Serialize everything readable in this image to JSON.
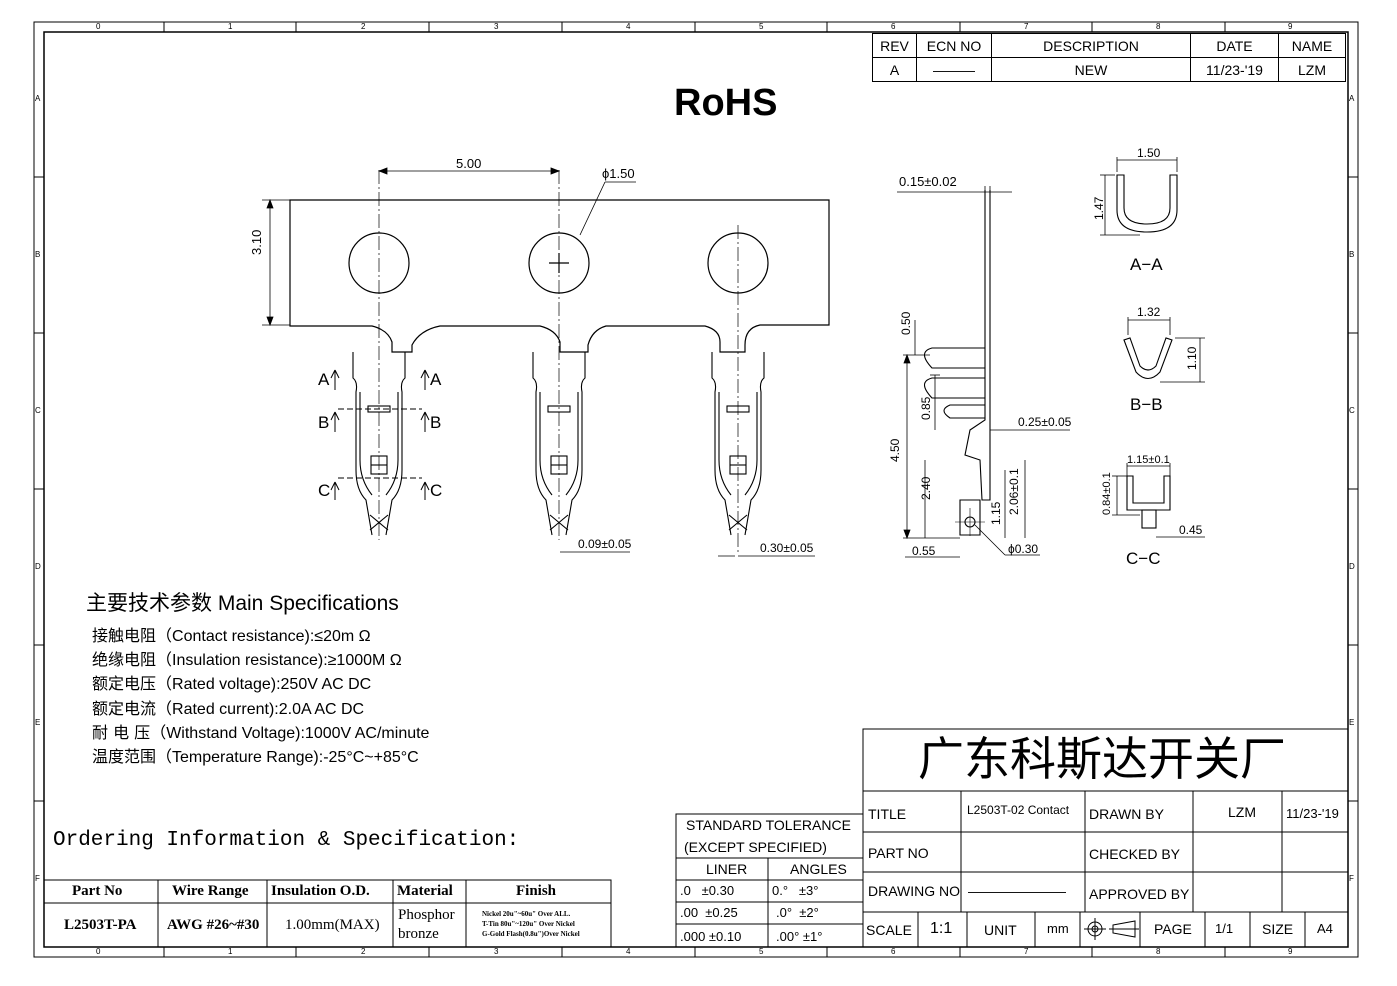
{
  "revision_table": {
    "headers": [
      "REV",
      "ECN NO",
      "DESCRIPTION",
      "DATE",
      "NAME"
    ],
    "row": [
      "A",
      "———",
      "NEW",
      "11/23-'19",
      "LZM"
    ]
  },
  "rohs_label": "RoHS",
  "dimensions": {
    "pitch": "5.00",
    "hole_dia": "ϕ1.50",
    "strip_height": "3.10",
    "gap_1": "0.09±0.05",
    "gap_2": "0.30±0.05",
    "thickness": "0.15±0.02",
    "side_050": "0.50",
    "side_085": "0.85",
    "side_450": "4.50",
    "side_240": "2.40",
    "side_115": "1.15",
    "side_206": "2.06±0.1",
    "side_025": "0.25±0.05",
    "side_055": "0.55",
    "side_030": "ϕ0.30",
    "aa_width": "1.50",
    "aa_height": "1.47",
    "bb_width": "1.32",
    "bb_height": "1.10",
    "cc_width": "1.15±0.1",
    "cc_height": "0.84±0.1",
    "cc_tab": "0.45"
  },
  "section_labels": {
    "a": "A",
    "b": "B",
    "c": "C",
    "aa": "A−A",
    "bb": "B−B",
    "cc": "C−C"
  },
  "main_specs": {
    "title_cn": "主要技术参数",
    "title_en": "Main Specifications",
    "items": [
      {
        "cn": "接触电阻",
        "en": "（Contact resistance):≤20m Ω"
      },
      {
        "cn": "绝缘电阻",
        "en": "（Insulation resistance):≥1000M Ω"
      },
      {
        "cn": "额定电压",
        "en": "（Rated voltage):250V AC DC"
      },
      {
        "cn": "额定电流",
        "en": "（Rated current):2.0A AC DC"
      },
      {
        "cn": "耐 电 压",
        "en": "（Withstand Voltage):1000V AC/minute"
      },
      {
        "cn": "温度范围",
        "en": "（Temperature Range):-25°C~+85°C"
      }
    ]
  },
  "ordering": {
    "heading": "Ordering Information & Specification:",
    "headers": [
      "Part No",
      "Wire Range",
      "Insulation O.D.",
      "Material",
      "Finish"
    ],
    "row": {
      "part_no": "L2503T-PA",
      "wire_range": "AWG #26~#30",
      "insulation": "1.00mm(MAX)",
      "material_1": "Phosphor",
      "material_2": "bronze",
      "finish_1": "Nickel 20u\"~60u\" Over ALL.",
      "finish_2": "T-Tin 80u\"~120u\" Over Nickel",
      "finish_3": "G-Gold Flash(0.8u\")Over Nickel"
    }
  },
  "tolerance": {
    "title_1": "STANDARD TOLERANCE",
    "title_2": "(EXCEPT  SPECIFIED)",
    "col_liner": "LINER",
    "col_angles": "ANGLES",
    "rows": [
      {
        "liner": ".0   ±0.30",
        "angle": "0.°   ±3°"
      },
      {
        "liner": ".00  ±0.25",
        "angle": ".0°  ±2°"
      },
      {
        "liner": ".000 ±0.10",
        "angle": ".00° ±1°"
      }
    ]
  },
  "title_block": {
    "company": "广东科斯达开关厂",
    "title_label": "TITLE",
    "title_value": "L2503T-02 Contact",
    "drawn_by_label": "DRAWN BY",
    "drawn_by": "LZM",
    "drawn_date": "11/23-'19",
    "part_no_label": "PART NO",
    "checked_by_label": "CHECKED BY",
    "drawing_no_label": "DRAWING NO",
    "drawing_no": "———————",
    "approved_by_label": "APPROVED BY",
    "scale_label": "SCALE",
    "scale": "1:1",
    "unit_label": "UNIT",
    "unit": "mm",
    "page_label": "PAGE",
    "page": "1/1",
    "size_label": "SIZE",
    "size": "A4"
  },
  "border": {
    "cols": [
      "0",
      "1",
      "2",
      "3",
      "4",
      "5",
      "6",
      "7",
      "8",
      "9"
    ],
    "rows": [
      "A",
      "B",
      "C",
      "D",
      "E",
      "F"
    ]
  }
}
